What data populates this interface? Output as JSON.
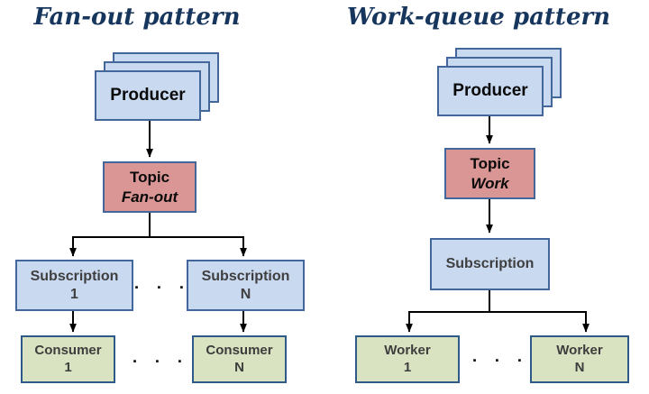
{
  "colors": {
    "title": "#17365d",
    "blue_fill": "#c9d9f0",
    "blue_border": "#44679b",
    "topic_fill": "#d99694",
    "green_fill": "#d9e3c1",
    "green_border": "#2e5a88",
    "line": "#000000",
    "gray_text": "#3f3f3f"
  },
  "fanout": {
    "title": "Fan-out pattern",
    "producer": {
      "label": "Producer"
    },
    "topic": {
      "line1": "Topic",
      "line2": "Fan-out"
    },
    "subscriptions": [
      {
        "line1": "Subscription",
        "line2": "1"
      },
      {
        "line1": "Subscription",
        "line2": "N"
      }
    ],
    "consumers": [
      {
        "line1": "Consumer",
        "line2": "1"
      },
      {
        "line1": "Consumer",
        "line2": "N"
      }
    ],
    "ellipsis_subscriptions": "▪ ▪ ▪",
    "ellipsis_consumers": "▪ ▪ ▪"
  },
  "workqueue": {
    "title": "Work-queue pattern",
    "producer": {
      "label": "Producer"
    },
    "topic": {
      "line1": "Topic",
      "line2": "Work"
    },
    "subscription": {
      "label": "Subscription"
    },
    "workers": [
      {
        "line1": "Worker",
        "line2": "1"
      },
      {
        "line1": "Worker",
        "line2": "N"
      }
    ],
    "ellipsis_workers": "▪ ▪ ▪"
  }
}
